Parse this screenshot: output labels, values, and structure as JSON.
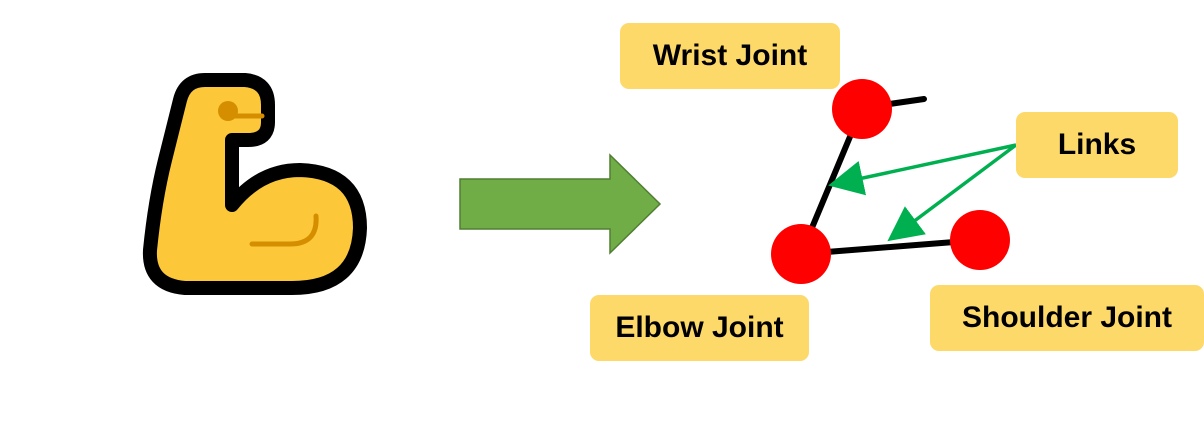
{
  "labels": {
    "wrist_joint": "Wrist Joint",
    "links": "Links",
    "elbow_joint": "Elbow Joint",
    "shoulder_joint": "Shoulder Joint"
  },
  "icons": {
    "muscle": "flexed-biceps-icon",
    "arrow": "right-arrow-icon"
  },
  "colors": {
    "label_fill": "#FDD96A",
    "muscle_fill": "#FCC83A",
    "muscle_outline": "#000000",
    "muscle_detail": "#D58E00",
    "arrow_fill": "#70AD47",
    "arrow_stroke": "#507E32",
    "joint_fill": "#FF0000",
    "link_stroke": "#000000",
    "pointer_arrow": "#00B050"
  }
}
